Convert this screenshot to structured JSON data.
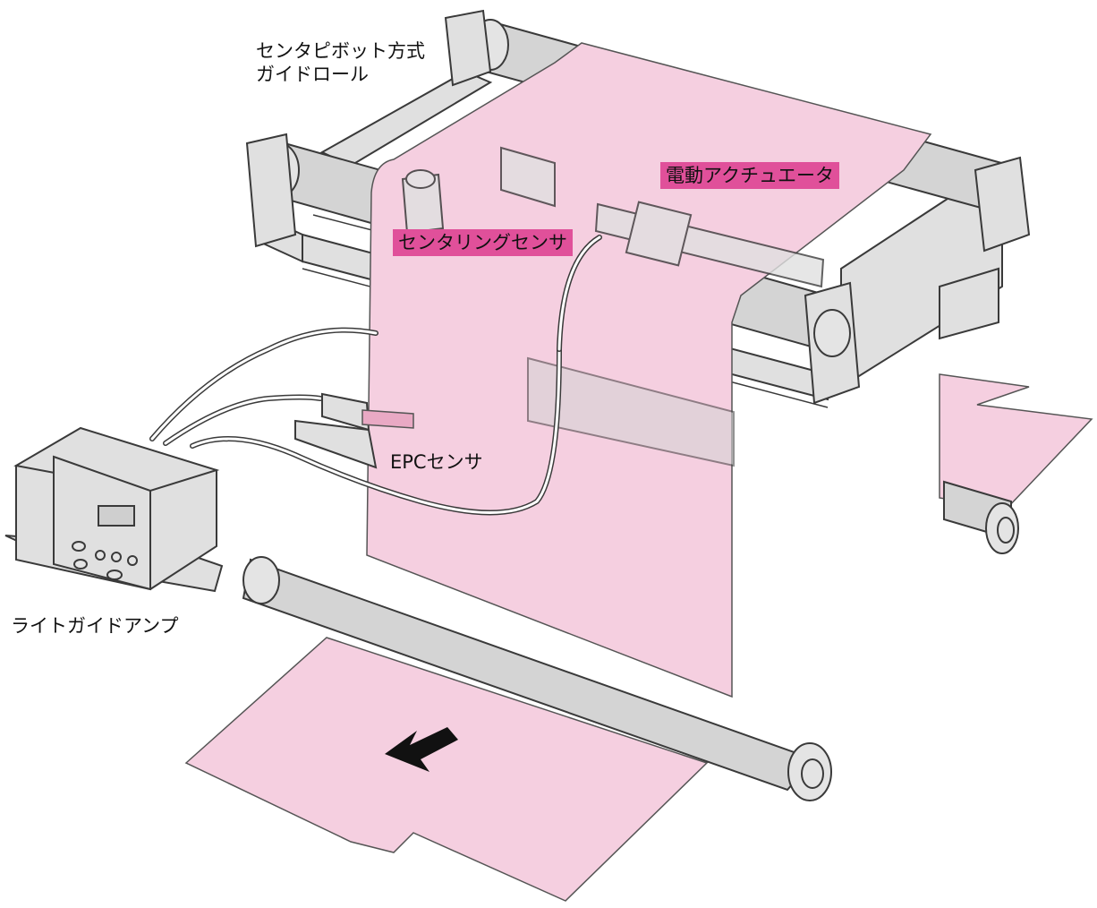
{
  "colors": {
    "web": "#f5cfe0",
    "web_stroke": "#555555",
    "roller": "#d4d4d4",
    "frame": "#e0e0e0",
    "line": "#3a3a3a",
    "highlight": "#e0509a"
  },
  "labels": {
    "pivot_line1": "センタピボット方式",
    "pivot_line2": "ガイドロール",
    "actuator": "電動アクチュエータ",
    "centering_sensor": "センタリングセンサ",
    "epc_sensor": "EPCセンサ",
    "amp": "ライトガイドアンプ"
  },
  "icons": {
    "direction": "arrow-down-left-icon"
  }
}
